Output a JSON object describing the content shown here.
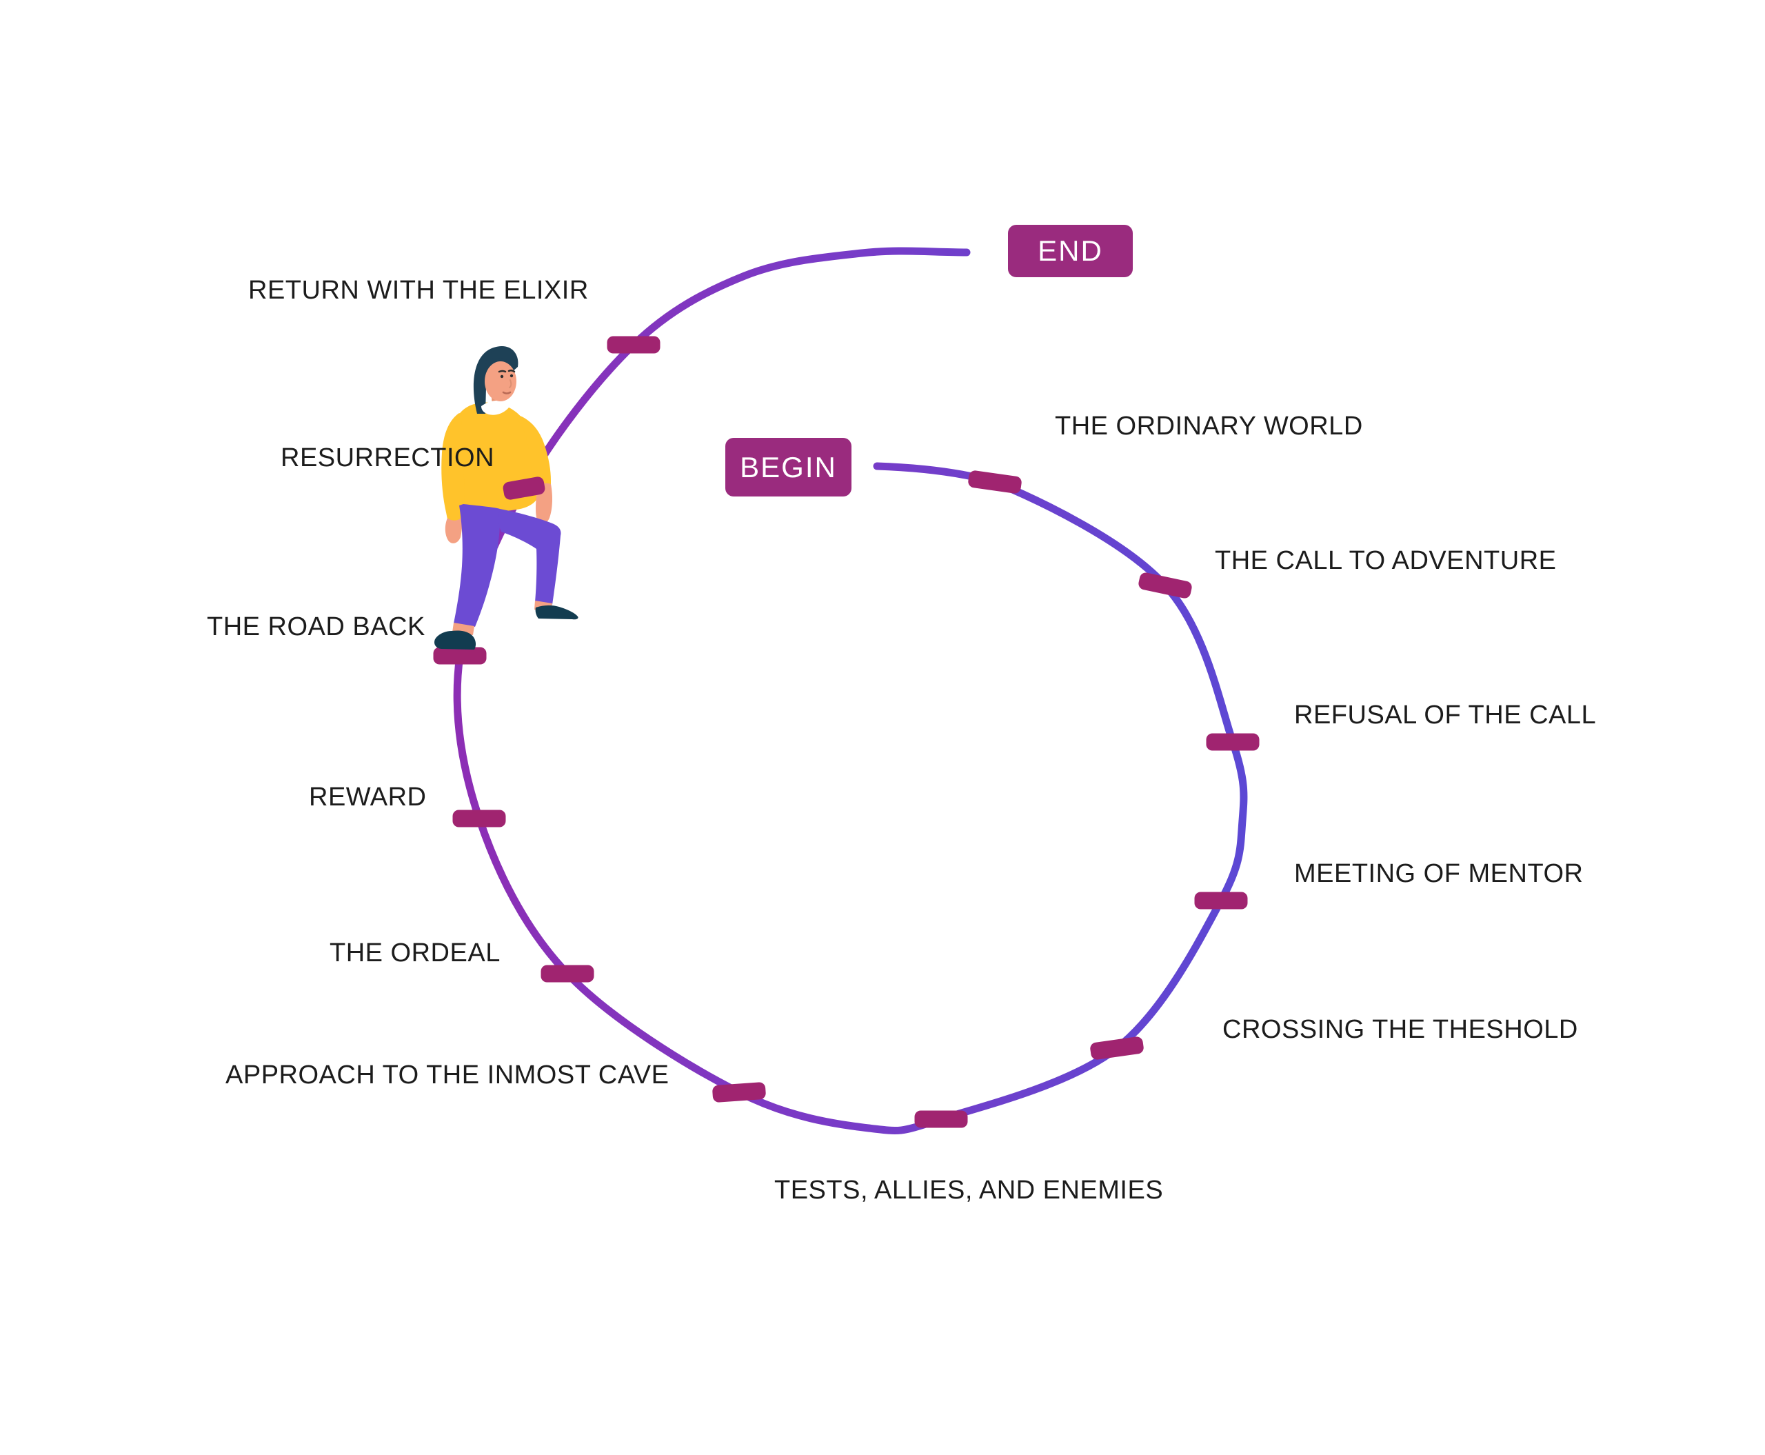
{
  "diagram": {
    "begin_badge": "BEGIN",
    "end_badge": "END",
    "stages": [
      {
        "id": "ordinary-world",
        "label": "THE ORDINARY WORLD"
      },
      {
        "id": "call-to-adventure",
        "label": "THE CALL TO ADVENTURE"
      },
      {
        "id": "refusal-of-the-call",
        "label": "REFUSAL OF THE CALL"
      },
      {
        "id": "meeting-of-mentor",
        "label": "MEETING OF MENTOR"
      },
      {
        "id": "crossing-the-theshold",
        "label": "CROSSING THE THESHOLD"
      },
      {
        "id": "tests-allies-enemies",
        "label": "TESTS, ALLIES, AND ENEMIES"
      },
      {
        "id": "approach-inmost-cave",
        "label": "APPROACH TO THE INMOST CAVE"
      },
      {
        "id": "the-ordeal",
        "label": "THE ORDEAL"
      },
      {
        "id": "reward",
        "label": "REWARD"
      },
      {
        "id": "the-road-back",
        "label": "THE ROAD BACK"
      },
      {
        "id": "resurrection",
        "label": "RESURRECTION"
      },
      {
        "id": "return-with-elixir",
        "label": "RETURN WITH THE ELIXIR"
      }
    ],
    "illustration": "man-climbing-spiral",
    "colors": {
      "background": "#ffffff",
      "spiral_gradient_left": "#8e2db3",
      "spiral_gradient_right": "#5a49d5",
      "tick": "#a02470",
      "badge": "#9a2b7e",
      "badge_text": "#ffffff",
      "label_text": "#1c1c1c",
      "man_sweater": "#ffc32b",
      "man_pants": "#6c4bd3",
      "man_hair": "#1e4156",
      "man_skin": "#f4a183",
      "man_shoes": "#123c50"
    }
  }
}
